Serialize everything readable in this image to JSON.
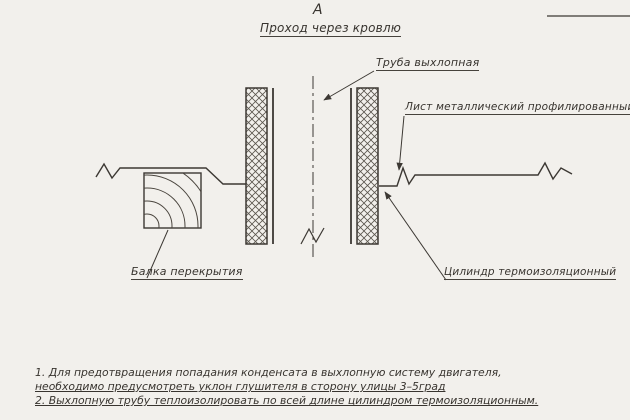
{
  "page": {
    "paper_color": "#f2f0ec",
    "ink_color": "#3c3833"
  },
  "title": {
    "letter": "А",
    "caption": "Проход через кровлю"
  },
  "callouts": {
    "exhaust_pipe": "Труба выхлопная",
    "metal_sheet": "Лист металлический профилированный",
    "insulation_cylinder": "Цилиндр термоизоляционный",
    "floor_beam": "Балка перекрытия"
  },
  "notes": {
    "line1": "1. Для предотвращения попадания конденсата в выхлопную систему двигателя,",
    "line2": "необходимо предусмотреть уклон глушителя в сторону улицы 3–5град",
    "line3": "2. Выхлопную трубу теплоизолировать по всей длине цилиндром термоизоляционным."
  }
}
